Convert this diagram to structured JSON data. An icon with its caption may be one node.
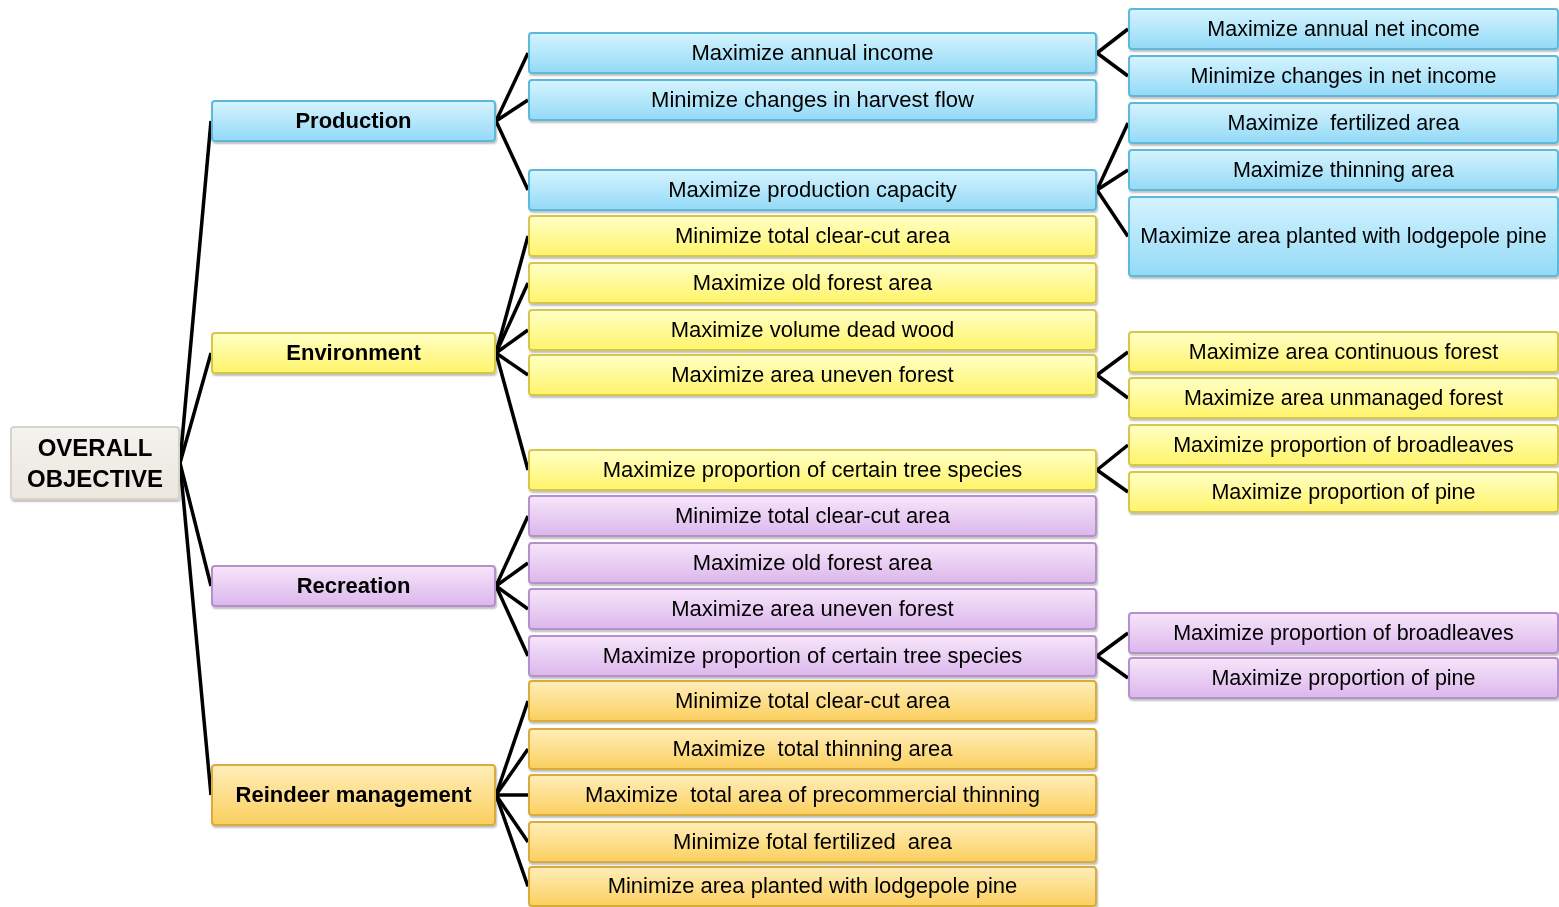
{
  "diagram": {
    "nodes": [
      {
        "text": [
          "OVERALL OBJECTIVE"
        ]
      },
      {
        "text": [
          "Production"
        ]
      },
      {
        "text": [
          "Maximize annual income"
        ]
      },
      {
        "text": [
          "Maximize annual net income"
        ]
      },
      {
        "text": [
          "Minimize changes in net income"
        ]
      },
      {
        "text": [
          "Minimize changes in harvest flow"
        ]
      },
      {
        "text": [
          "Maximize production capacity"
        ]
      },
      {
        "text": [
          "Maximize  fertilized area"
        ]
      },
      {
        "text": [
          "Maximize thinning area"
        ]
      },
      {
        "text": [
          "Maximize area planted with lodgepole pine"
        ]
      },
      {
        "text": [
          "Environment"
        ]
      },
      {
        "text": [
          "Minimize total clear-cut area"
        ]
      },
      {
        "text": [
          "Maximize old forest area"
        ]
      },
      {
        "text": [
          "Maximize volume dead wood"
        ]
      },
      {
        "text": [
          "Maximize area uneven forest"
        ]
      },
      {
        "text": [
          "Maximize area continuous forest"
        ]
      },
      {
        "text": [
          "Maximize area unmanaged forest"
        ]
      },
      {
        "text": [
          "Maximize proportion of certain tree species"
        ]
      },
      {
        "text": [
          "Maximize proportion of broadleaves"
        ]
      },
      {
        "text": [
          "Maximize proportion of pine"
        ]
      },
      {
        "text": [
          "Recreation"
        ]
      },
      {
        "text": [
          "Minimize total clear-cut area"
        ]
      },
      {
        "text": [
          "Maximize old forest area"
        ]
      },
      {
        "text": [
          "Maximize area uneven forest"
        ]
      },
      {
        "text": [
          "Maximize proportion of certain tree species"
        ]
      },
      {
        "text": [
          "Maximize proportion of broadleaves"
        ]
      },
      {
        "text": [
          "Maximize proportion of pine"
        ]
      },
      {
        "text": [
          "Reindeer management"
        ]
      },
      {
        "text": [
          "Minimize total clear-cut area"
        ]
      },
      {
        "text": [
          "Maximize  total thinning area"
        ]
      },
      {
        "text": [
          "Maximize  total area of precommercial thinning"
        ]
      },
      {
        "text": [
          "Minimize fotal fertilized  area"
        ]
      },
      {
        "text": [
          "Minimize area planted with lodgepole pine"
        ]
      }
    ],
    "edges": [
      {
        "from": 0,
        "to": 1,
        "arrow": "none"
      },
      {
        "from": 0,
        "to": 10,
        "arrow": "none"
      },
      {
        "from": 0,
        "to": 20,
        "arrow": "none"
      },
      {
        "from": 0,
        "to": 27,
        "arrow": "none"
      },
      {
        "from": 1,
        "to": 2,
        "arrow": "none"
      },
      {
        "from": 1,
        "to": 5,
        "arrow": "none"
      },
      {
        "from": 1,
        "to": 6,
        "arrow": "none"
      },
      {
        "from": 2,
        "to": 3,
        "arrow": "none"
      },
      {
        "from": 2,
        "to": 4,
        "arrow": "none"
      },
      {
        "from": 6,
        "to": 7,
        "arrow": "none"
      },
      {
        "from": 6,
        "to": 8,
        "arrow": "none"
      },
      {
        "from": 6,
        "to": 9,
        "arrow": "none"
      },
      {
        "from": 10,
        "to": 11,
        "arrow": "none"
      },
      {
        "from": 10,
        "to": 12,
        "arrow": "none"
      },
      {
        "from": 10,
        "to": 13,
        "arrow": "none"
      },
      {
        "from": 10,
        "to": 14,
        "arrow": "none"
      },
      {
        "from": 10,
        "to": 17,
        "arrow": "none"
      },
      {
        "from": 14,
        "to": 15,
        "arrow": "none"
      },
      {
        "from": 14,
        "to": 16,
        "arrow": "none"
      },
      {
        "from": 17,
        "to": 18,
        "arrow": "none"
      },
      {
        "from": 17,
        "to": 19,
        "arrow": "none"
      },
      {
        "from": 20,
        "to": 21,
        "arrow": "none"
      },
      {
        "from": 20,
        "to": 22,
        "arrow": "none"
      },
      {
        "from": 20,
        "to": 23,
        "arrow": "none"
      },
      {
        "from": 20,
        "to": 24,
        "arrow": "none"
      },
      {
        "from": 24,
        "to": 25,
        "arrow": "none"
      },
      {
        "from": 24,
        "to": 26,
        "arrow": "none"
      },
      {
        "from": 27,
        "to": 28,
        "arrow": "none"
      },
      {
        "from": 27,
        "to": 29,
        "arrow": "none"
      },
      {
        "from": 27,
        "to": 30,
        "arrow": "none"
      },
      {
        "from": 27,
        "to": 31,
        "arrow": "none"
      },
      {
        "from": 27,
        "to": 32,
        "arrow": "none"
      }
    ]
  }
}
